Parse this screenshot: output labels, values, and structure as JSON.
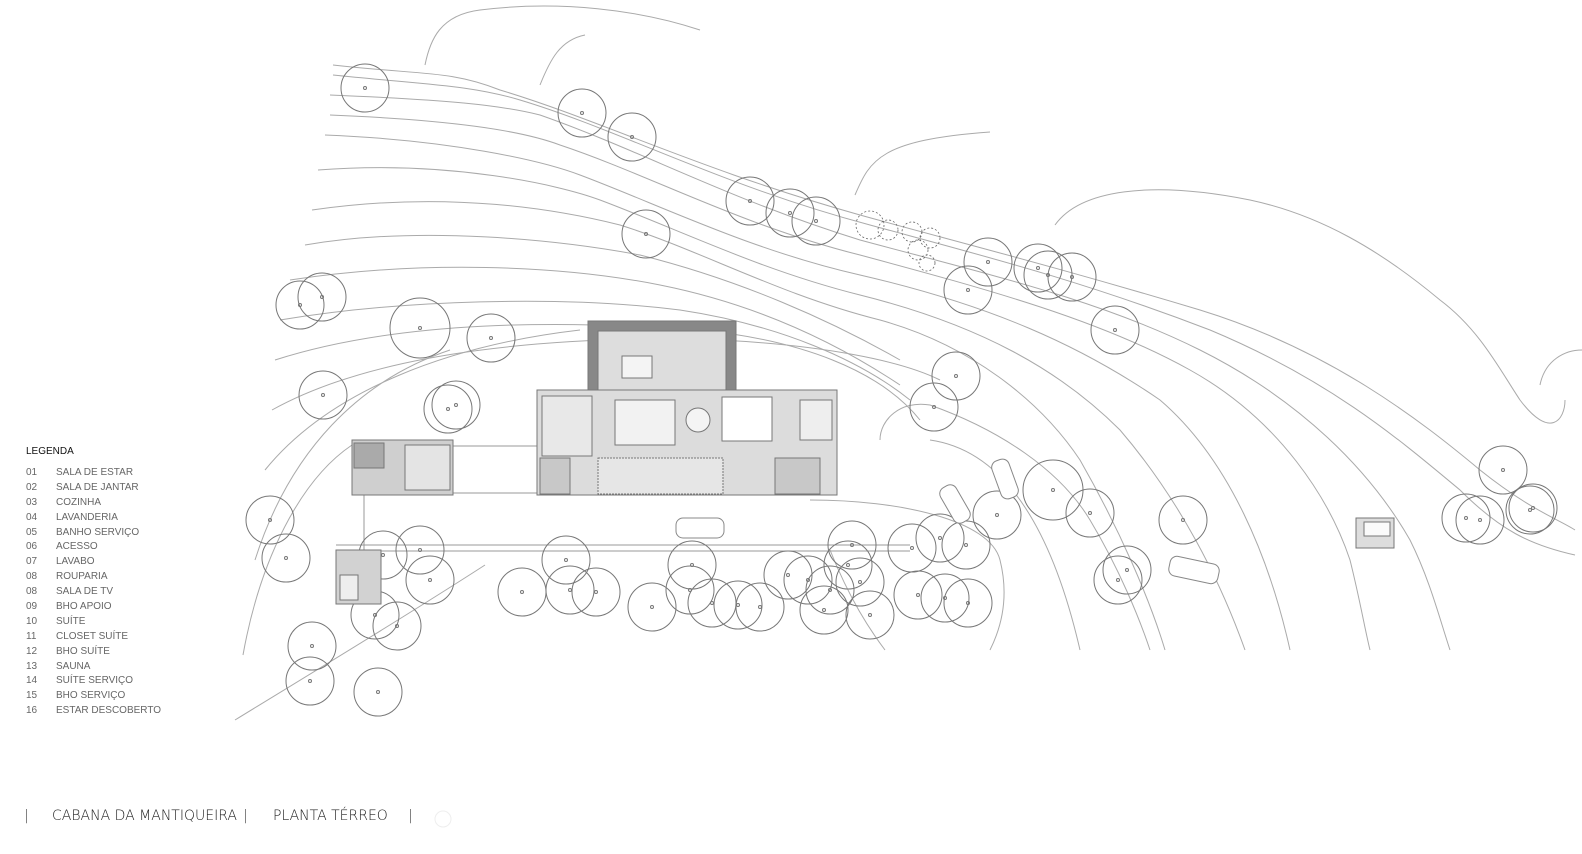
{
  "legend": {
    "title": "LEGENDA",
    "items": [
      {
        "num": "01",
        "label": "SALA DE ESTAR"
      },
      {
        "num": "02",
        "label": "SALA DE JANTAR"
      },
      {
        "num": "03",
        "label": "COZINHA"
      },
      {
        "num": "04",
        "label": "LAVANDERIA"
      },
      {
        "num": "05",
        "label": "BANHO SERVIÇO"
      },
      {
        "num": "06",
        "label": "ACESSO"
      },
      {
        "num": "07",
        "label": "LAVABO"
      },
      {
        "num": "08",
        "label": "ROUPARIA"
      },
      {
        "num": "08",
        "label": "SALA DE TV"
      },
      {
        "num": "09",
        "label": "BHO APOIO"
      },
      {
        "num": "10",
        "label": "SUÍTE"
      },
      {
        "num": "11",
        "label": "CLOSET SUÍTE"
      },
      {
        "num": "12",
        "label": "BHO SUÍTE"
      },
      {
        "num": "13",
        "label": "SAUNA"
      },
      {
        "num": "14",
        "label": "SUÍTE SERVIÇO"
      },
      {
        "num": "15",
        "label": "BHO SERVIÇO"
      },
      {
        "num": "16",
        "label": "ESTAR DESCOBERTO"
      }
    ]
  },
  "footer": {
    "separator": "|",
    "project": "CABANA DA MANTIQUEIRA",
    "drawing": "PLANTA TÉRREO"
  },
  "colors": {
    "line": "#999999",
    "tree": "#777777",
    "building": "#9a9a9a",
    "dark": "#555555"
  }
}
